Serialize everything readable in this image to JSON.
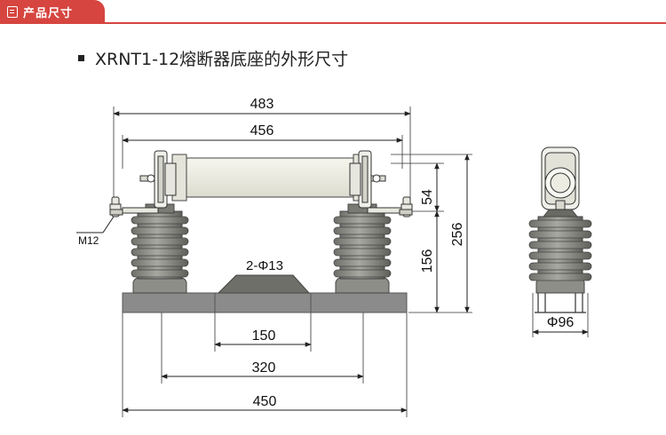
{
  "tab": {
    "label": "产品尺寸",
    "color": "#d6453f"
  },
  "heading": "XRNT1-12熔断器底座的外形尺寸",
  "dimensions": {
    "overall_length": "483",
    "fuse_span": "456",
    "fuse_height": "54",
    "total_height": "256",
    "insulator_height": "156",
    "hole_spacing_inner": "150",
    "hole_spacing_mid": "320",
    "base_length": "450",
    "holes": "2-Φ13",
    "bolt": "M12",
    "insulator_diameter": "Φ96"
  },
  "colors": {
    "insulator": "#9a9a94",
    "insulator_dark": "#6f6f6a",
    "base": "#8a8a8a",
    "fuse": "#efefe6"
  }
}
